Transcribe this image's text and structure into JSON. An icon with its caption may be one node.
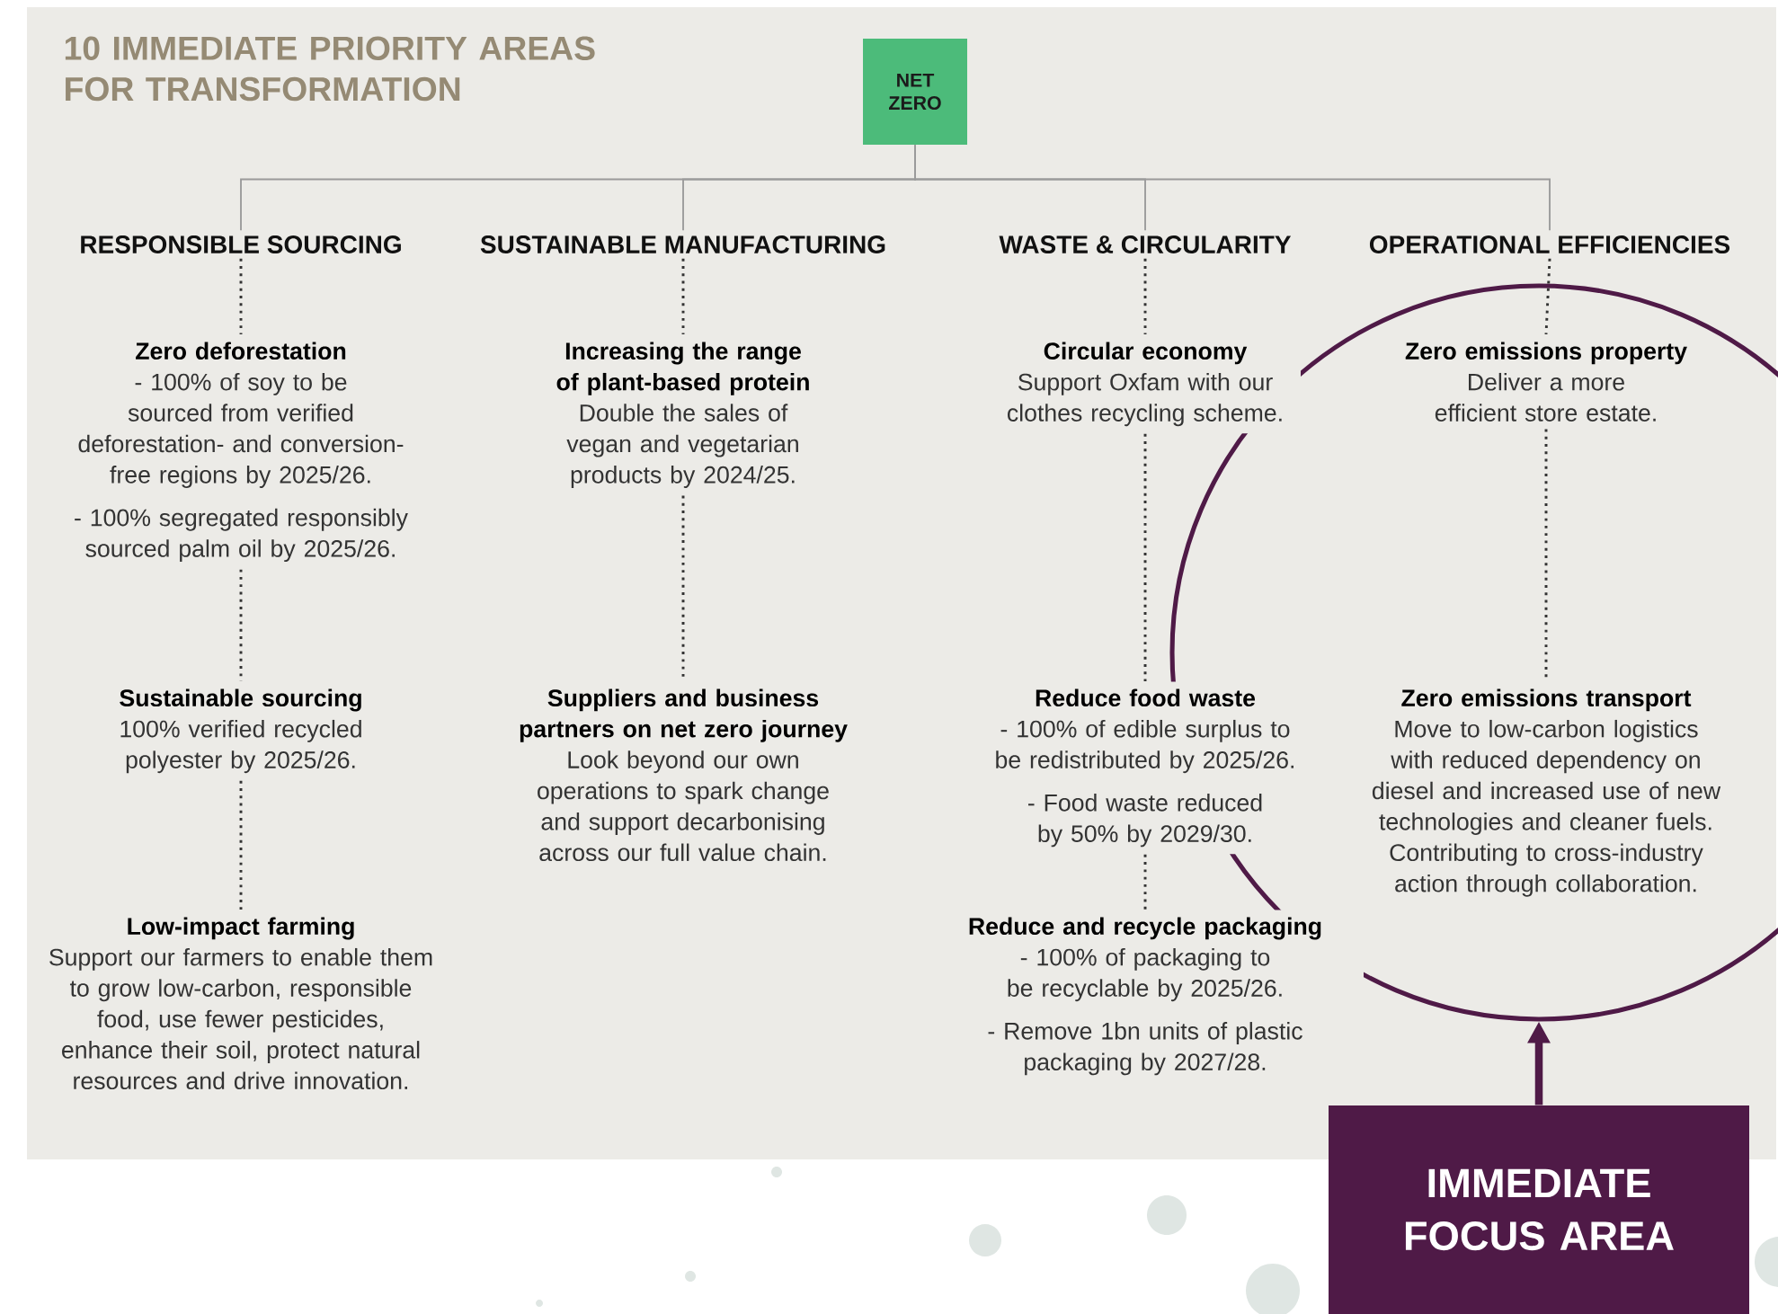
{
  "diagram": {
    "title": "10 IMMEDIATE PRIORITY AREAS FOR TRANSFORMATION",
    "nodes": [
      {
        "text": [
          "NET ZERO"
        ]
      },
      {
        "text": [
          "RESPONSIBLE SOURCING"
        ]
      },
      {
        "text": [
          "SUSTAINABLE MANUFACTURING"
        ]
      },
      {
        "text": [
          "WASTE & CIRCULARITY"
        ]
      },
      {
        "text": [
          "OPERATIONAL EFFICIENCIES"
        ]
      },
      {
        "text": [
          "Zero deforestation",
          "- 100% of soy to be sourced from verified deforestation- and conversion-free regions by 2025/26.",
          "- 100% segregated responsibly sourced palm oil by 2025/26."
        ]
      },
      {
        "text": [
          "Sustainable sourcing",
          "100% verified recycled polyester by 2025/26."
        ]
      },
      {
        "text": [
          "Low-impact farming",
          "Support our farmers to enable them to grow low-carbon, responsible food, use fewer pesticides, enhance their soil, protect natural resources and drive innovation."
        ]
      },
      {
        "text": [
          "Increasing the range of plant-based protein",
          "Double the sales of vegan and vegetarian products by 2024/25."
        ]
      },
      {
        "text": [
          "Suppliers and business partners on net zero journey",
          "Look beyond our own operations to spark change and support decarbonising across our full value chain."
        ]
      },
      {
        "text": [
          "Circular economy",
          "Support Oxfam with our clothes recycling scheme."
        ]
      },
      {
        "text": [
          "Reduce food waste",
          "- 100% of edible surplus to be redistributed by 2025/26.",
          "- Food waste reduced by 50% by 2029/30."
        ]
      },
      {
        "text": [
          "Reduce and recycle packaging",
          "- 100% of packaging to be recyclable by 2025/26.",
          "- Remove 1bn units of plastic packaging by 2027/28."
        ]
      },
      {
        "text": [
          "Zero emissions property",
          "Deliver a more efficient store estate."
        ],
        "in": 15
      },
      {
        "text": [
          "Zero emissions transport",
          "Move to low-carbon logistics with reduced dependency on diesel and increased use of new technologies and cleaner fuels. Contributing to cross-industry action through collaboration."
        ],
        "in": 15
      },
      {
        "text": [],
        "shape": "circle"
      },
      {
        "text": [
          "IMMEDIATE FOCUS AREA"
        ]
      }
    ],
    "edges": [
      {
        "from": 0,
        "to": 1,
        "arrow": "none",
        "color": "#9a9a9a"
      },
      {
        "from": 0,
        "to": 2,
        "arrow": "none",
        "color": "#9a9a9a"
      },
      {
        "from": 0,
        "to": 3,
        "arrow": "none",
        "color": "#9a9a9a"
      },
      {
        "from": 0,
        "to": 4,
        "arrow": "none",
        "color": "#9a9a9a"
      },
      {
        "from": 1,
        "to": 5,
        "arrow": "none",
        "style": "dashed"
      },
      {
        "from": 5,
        "to": 6,
        "arrow": "none",
        "style": "dashed"
      },
      {
        "from": 6,
        "to": 7,
        "arrow": "none",
        "style": "dashed"
      },
      {
        "from": 2,
        "to": 8,
        "arrow": "none",
        "style": "dashed"
      },
      {
        "from": 8,
        "to": 9,
        "arrow": "none",
        "style": "dashed"
      },
      {
        "from": 3,
        "to": 10,
        "arrow": "none",
        "style": "dashed"
      },
      {
        "from": 10,
        "to": 11,
        "arrow": "none",
        "style": "dashed"
      },
      {
        "from": 11,
        "to": 12,
        "arrow": "none",
        "style": "dashed"
      },
      {
        "from": 4,
        "to": 13,
        "arrow": "none",
        "style": "dashed"
      },
      {
        "from": 13,
        "to": 14,
        "arrow": "none",
        "style": "dashed"
      },
      {
        "from": 16,
        "to": 15,
        "arrow": "to",
        "style": "thick",
        "color": "#4f1a47"
      }
    ]
  }
}
